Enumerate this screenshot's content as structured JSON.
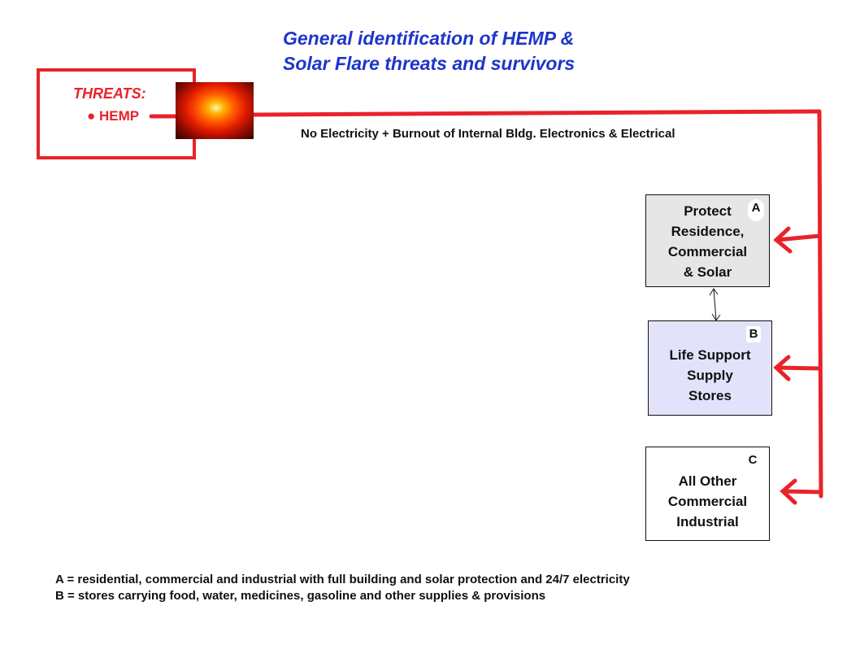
{
  "title": {
    "line1": "General identification of HEMP &",
    "line2": "Solar Flare threats and survivors"
  },
  "threats": {
    "label": "THREATS:",
    "item": "● HEMP"
  },
  "effect_label": "No Electricity + Burnout of Internal Bldg. Electronics & Electrical",
  "boxes": {
    "a": {
      "tag": "A",
      "text": "Protect\nResidence,\nCommercial\n& Solar"
    },
    "b": {
      "tag": "B",
      "text": "Life Support\nSupply\nStores"
    },
    "c": {
      "tag": "C",
      "text": "All Other\nCommercial\nIndustrial"
    }
  },
  "legend": {
    "a": "A = residential, commercial and industrial  with full building and solar protection and 24/7 electricity",
    "b": "B = stores carrying food, water, medicines, gasoline and other supplies & provisions"
  },
  "colors": {
    "title": "#1f35c8",
    "threat_red": "#e8232a",
    "box_a_fill": "#e6e6e6",
    "box_b_fill": "#e2e3fb",
    "box_c_fill": "#ffffff"
  },
  "icons": {
    "explosion": "nuclear-explosion-image",
    "bullet": "bullet-dot"
  }
}
